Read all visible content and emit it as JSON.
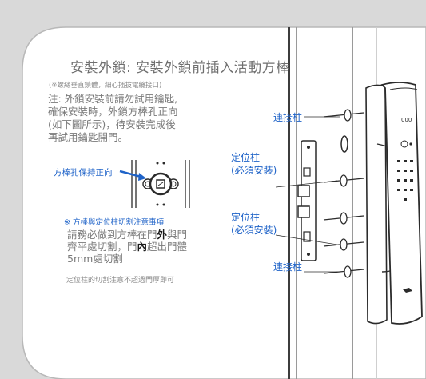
{
  "title": "安裝外鎖: 安裝外鎖前插入活動方棒",
  "subtitle": "(※螺絲垂直鎖體，細心插拔電纜接口)",
  "note_lines": [
    "注: 外鎖安裝前請勿試用鑰匙,",
    "確保安裝時，外鎖方棒孔正向",
    "(如下圖所示)，待安裝完成後",
    "再試用鑰匙開門。"
  ],
  "spindle_label": "方棒孔保持正向",
  "warning_heading": "※ 方棒與定位柱切割注意事項",
  "req_line1_a": "請務必做到方棒在門",
  "req_line1_bold": "外",
  "req_line1_b": "與門",
  "req_line2_a": "齊平處切割，門",
  "req_line2_bold": "內",
  "req_line2_b": "超出門體",
  "req_line3": "5mm處切割",
  "depth_note": "定位柱的切割注意不超過門厚即可",
  "labels": {
    "connector_top": "連接柱",
    "positioning_top_1": "定位柱",
    "positioning_top_2": "(必須安裝)",
    "positioning_bottom_1": "定位柱",
    "positioning_bottom_2": "(必須安裝)",
    "connector_bottom": "連接柱"
  },
  "lock_display_text": "000",
  "colors": {
    "accent": "#1f63c8",
    "text": "#7a7a7a",
    "background": "#d9d9d9",
    "card": "#ffffff"
  }
}
